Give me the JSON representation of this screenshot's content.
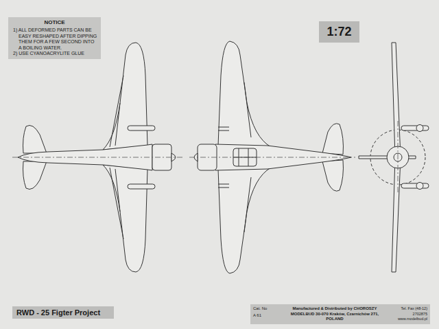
{
  "diagram": {
    "title": "RWD - 25 Figter Project",
    "nodes": [
      {
        "text": [
          "NOTICE",
          "1) ALL DEFORMED PARTS CAN BE EASY RESHAPED AFTER DIPPING THEM FOR A FEW SECOND INTO A BOILING WATER.",
          "2) USE CYANOACRYLITE GLUE"
        ]
      },
      {
        "text": [
          "1:72"
        ]
      },
      {
        "text": [
          "Cat. No",
          "A 61",
          "Manufactured & Distributed by CHOROSZY MODELBUD 30-070 Kraków, Czarnichów 271, POLAND",
          "Tel. Fax (48-12) 2702875 www.modelbud.pl"
        ]
      }
    ]
  }
}
